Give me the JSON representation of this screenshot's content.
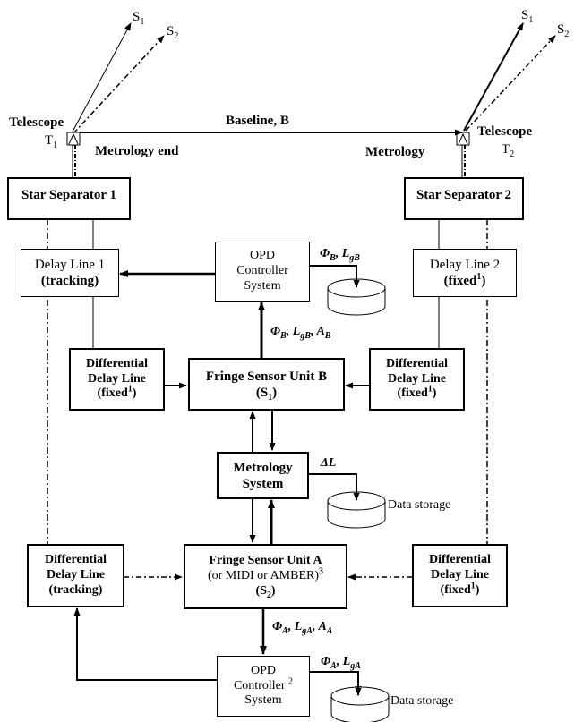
{
  "sources": {
    "s1": "S",
    "s1_sub": "1",
    "s2": "S",
    "s2_sub": "2"
  },
  "telescope1": {
    "label": "Telescope",
    "id": "T",
    "id_sub": "1"
  },
  "telescope2": {
    "label": "Telescope",
    "id": "T",
    "id_sub": "2"
  },
  "baseline": {
    "label": "Baseline, ",
    "symbol": "B"
  },
  "metrology_end_label": "Metrology end",
  "metrology_label": "Metrology",
  "star_separator_1": "Star Separator 1",
  "star_separator_2": "Star Separator 2",
  "delay_line_1": {
    "line1": "Delay Line 1",
    "line2": "(tracking)"
  },
  "delay_line_2": {
    "line1": "Delay Line 2",
    "line2": "(fixed",
    "sup": "1",
    "close": ")"
  },
  "opd_controller_b": {
    "line1": "OPD",
    "line2": "Controller",
    "line3": "System"
  },
  "opd_controller_a": {
    "line1": "OPD",
    "line2": "Controller",
    "sup": "2",
    "line3": "System"
  },
  "ddl_top_left": {
    "line1": "Differential",
    "line2": "Delay Line",
    "line3": "(fixed",
    "sup": "1",
    "close": ")"
  },
  "ddl_top_right": {
    "line1": "Differential",
    "line2": "Delay Line",
    "line3": "(fixed",
    "sup": "1",
    "close": ")"
  },
  "ddl_bottom_left": {
    "line1": "Differential",
    "line2": "Delay Line",
    "line3": "(tracking)"
  },
  "ddl_bottom_right": {
    "line1": "Differential",
    "line2": "Delay Line",
    "line3": "(fixed",
    "sup": "1",
    "close": ")"
  },
  "fringe_sensor_b": {
    "line1": "Fringe Sensor Unit B",
    "line2a": "(S",
    "sub": "1",
    "line2b": ")"
  },
  "fringe_sensor_a": {
    "line1": "Fringe Sensor Unit A",
    "line2": "(or MIDI or AMBER)",
    "sup": "3",
    "line3a": "(S",
    "sub": "2",
    "line3b": ")"
  },
  "metrology_system": {
    "line1": "Metrology",
    "line2": "System"
  },
  "signals": {
    "b_storage": {
      "phi": "Φ",
      "phi_sub": "B",
      "sep": ", ",
      "L": "L",
      "L_sub": "gB"
    },
    "b_fsu_out": {
      "phi": "Φ",
      "phi_sub": "B",
      "sep": ", ",
      "L": "L",
      "L_sub": "gB",
      "sep2": ", ",
      "A": "A",
      "A_sub": "B"
    },
    "delta_l": "ΔL",
    "a_fsu_out": {
      "phi": "Φ",
      "phi_sub": "A",
      "sep": ", ",
      "L": "L",
      "L_sub": "gA",
      "sep2": ", ",
      "A": "A",
      "A_sub": "A"
    },
    "a_storage": {
      "phi": "Φ",
      "phi_sub": "A",
      "sep": ", ",
      "L": "L",
      "L_sub": "gA"
    }
  },
  "data_storage_label": "Data storage"
}
